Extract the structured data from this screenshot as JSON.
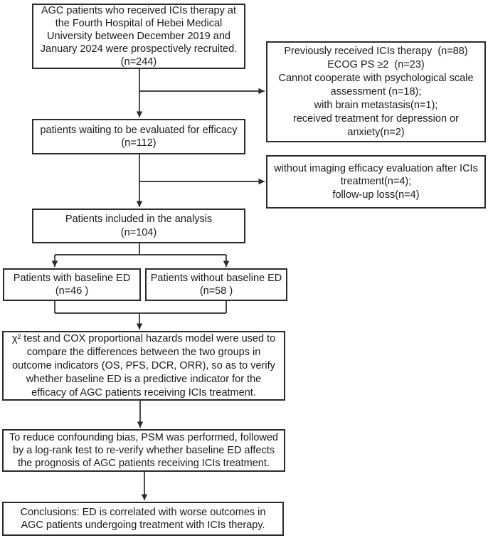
{
  "diagram": {
    "boxes": [
      {
        "id": "recruited",
        "text": "AGC patients who received ICIs therapy at\nthe Fourth Hospital of Hebei Medical\nUniversity between December 2019 and\nJanuary 2024 were prospectively recruited.\n(n=244)"
      },
      {
        "id": "excluded-before-evaluation",
        "text": "Previously received ICIs therapy  (n=88)\nECOG PS ≥2  (n=23)\nCannot cooperate with psychological scale\nassessment (n=18);\nwith brain metastasis(n=1);\nreceived treatment for depression or\nanxiety(n=2)"
      },
      {
        "id": "waiting-efficacy",
        "text": "patients waiting to be evaluated for efficacy\n(n=112)"
      },
      {
        "id": "excluded-after-treatment",
        "text": "without imaging efficacy evaluation after ICIs\ntreatment(n=4);\nfollow-up loss(n=4)"
      },
      {
        "id": "included-analysis",
        "text": "Patients included in the analysis\n(n=104)"
      },
      {
        "id": "baseline-ed",
        "text": "Patients with baseline ED\n(n=46 )"
      },
      {
        "id": "no-baseline-ed",
        "text": "Patients without baseline ED\n(n=58 )"
      },
      {
        "id": "statistical-analysis",
        "text": "χ² test and COX proportional hazards model were used to\ncompare the differences between the two groups in\noutcome indicators (OS, PFS, DCR, ORR), so as to verify\nwhether baseline ED is a predictive indicator for the\nefficacy of AGC patients receiving ICIs treatment."
      },
      {
        "id": "psm-analysis",
        "text": "To reduce confounding bias, PSM was performed, followed\nby a log-rank test to re-verify whether baseline ED affects\nthe prognosis of AGC patients receiving ICIs treatment."
      },
      {
        "id": "conclusions",
        "text": "Conclusions: ED is correlated with worse outcomes in\nAGC patients undergoing treatment with ICIs therapy."
      }
    ],
    "counts": {
      "recruited": 244,
      "previously_received_icis": 88,
      "ecog_ps_ge2": 23,
      "cannot_cooperate_psych_scale": 18,
      "brain_metastasis": 1,
      "treated_for_depression_or_anxiety": 2,
      "waiting_efficacy_evaluation": 112,
      "without_imaging_evaluation": 4,
      "follow_up_loss": 4,
      "included_in_analysis": 104,
      "with_baseline_ed": 46,
      "without_baseline_ed": 58
    },
    "colors": {
      "border": "#2b2b2b",
      "text": "#1a1a1a",
      "background": "#ffffff",
      "arrow": "#2b2b2b"
    }
  }
}
